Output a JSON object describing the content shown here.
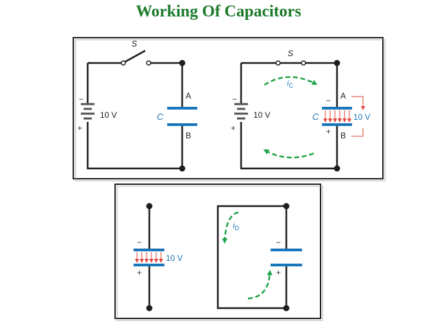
{
  "title": "Working Of Capacitors",
  "colors": {
    "title": "#1a7a2a",
    "wire": "#1e1e1e",
    "plate": "#1b75bb",
    "current_arrow": "#1fa34a",
    "charge_arrow": "#e0443a"
  },
  "panel1": {
    "left": {
      "switch_label": "S",
      "battery_voltage": "10 V",
      "minus": "−",
      "plus": "+",
      "capacitor_label": "C",
      "node_a": "A",
      "node_b": "B"
    },
    "right": {
      "switch_label": "S",
      "current_label": "i",
      "current_sub": "C",
      "battery_voltage": "10 V",
      "minus": "−",
      "plus": "+",
      "capacitor_label": "C",
      "capacitor_voltage": "10 V",
      "node_a": "A",
      "node_b": "B",
      "cap_minus": "−",
      "cap_plus": "+"
    }
  },
  "panel2": {
    "left": {
      "minus": "−",
      "plus": "+",
      "capacitor_voltage": "10 V"
    },
    "right": {
      "current_label": "i",
      "current_sub": "D",
      "minus": "−",
      "plus": "+"
    }
  }
}
